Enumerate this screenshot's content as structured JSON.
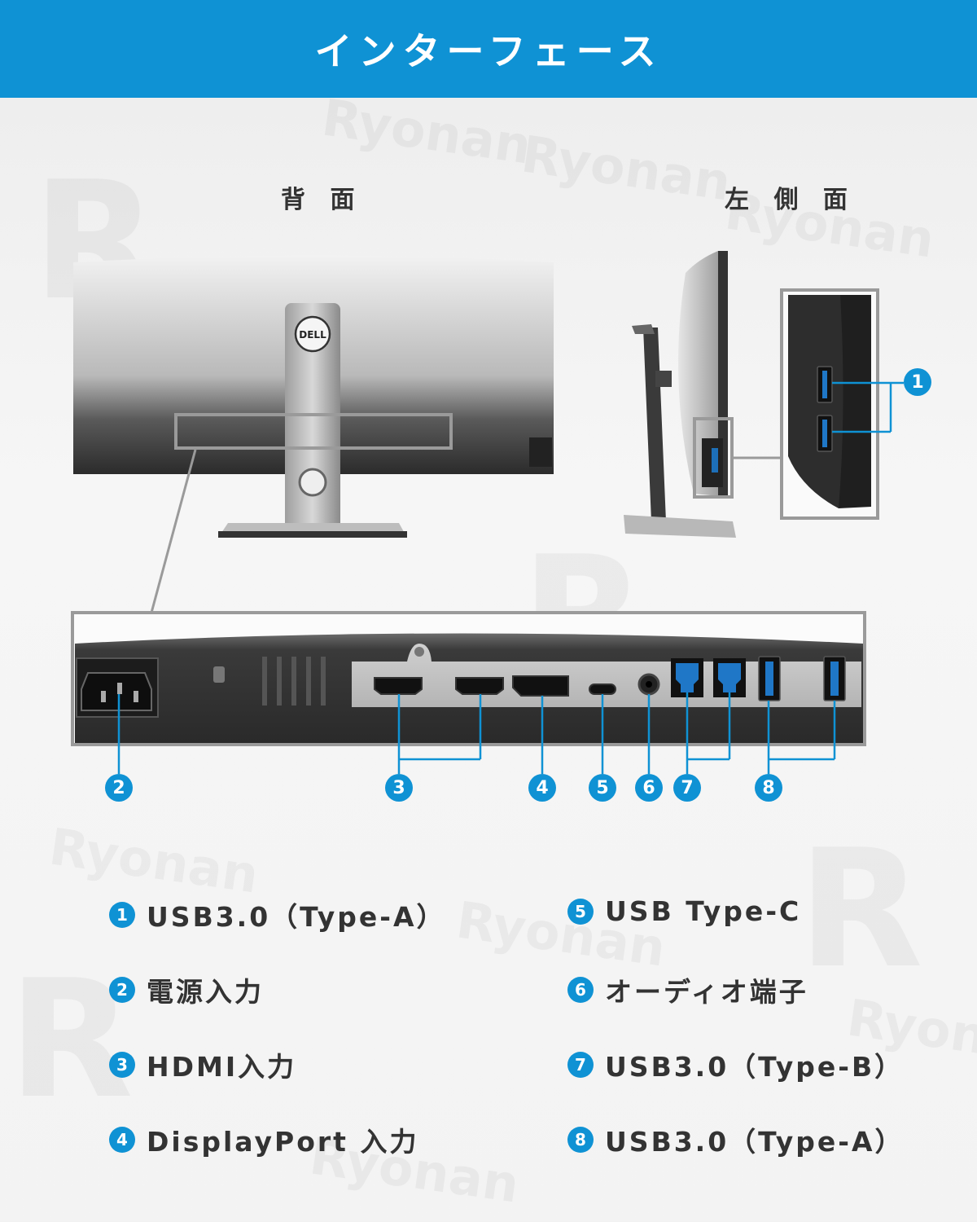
{
  "header": {
    "title": "インターフェース"
  },
  "views": {
    "back_label": "背 面",
    "left_label": "左 側 面"
  },
  "brand": {
    "logo_text": "DELL",
    "watermark": "Ryonan",
    "watermark_letter": "R"
  },
  "colors": {
    "accent": "#0f92d4",
    "text": "#333333",
    "frame": "#9a9a9a"
  },
  "callouts": {
    "side": [
      "1"
    ],
    "rear": [
      "2",
      "3",
      "4",
      "5",
      "6",
      "7",
      "8"
    ]
  },
  "legend": [
    {
      "num": "1",
      "label": "USB3.0（Type-A）"
    },
    {
      "num": "2",
      "label": "電源入力"
    },
    {
      "num": "3",
      "label": "HDMI入力"
    },
    {
      "num": "4",
      "label": "DisplayPort 入力"
    },
    {
      "num": "5",
      "label": "USB Type-C"
    },
    {
      "num": "6",
      "label": "オーディオ端子"
    },
    {
      "num": "7",
      "label": "USB3.0（Type-B）"
    },
    {
      "num": "8",
      "label": "USB3.0（Type-A）"
    }
  ]
}
